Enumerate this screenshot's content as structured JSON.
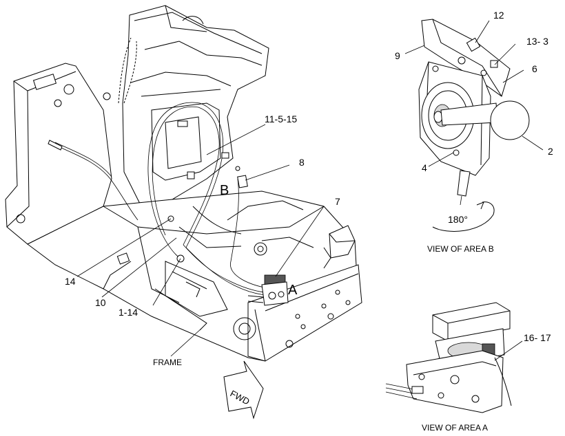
{
  "callouts": {
    "c12": "12",
    "c13_3": "13- 3",
    "c9": "9",
    "c6": "6",
    "c11_5_15": "11-5-15",
    "c8": "8",
    "c2": "2",
    "c4": "4",
    "c7": "7",
    "c14": "14",
    "c10": "10",
    "c1_14": "1-14",
    "c16_17": "16- 17"
  },
  "area_letters": {
    "a": "A",
    "b": "B"
  },
  "labels": {
    "frame": "FRAME",
    "fwd": "FWD",
    "rotation": "180°",
    "view_b": "VIEW OF AREA  B",
    "view_a": "VIEW OF AREA  A"
  }
}
